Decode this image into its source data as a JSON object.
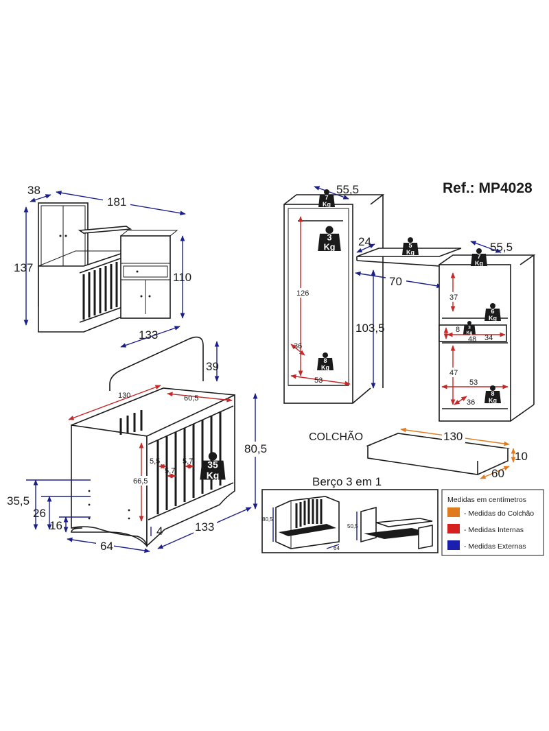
{
  "header": {
    "ref": "Ref.: MP4028"
  },
  "composition": {
    "depth": "38",
    "width": "181",
    "height_left": "137",
    "height_right": "110",
    "length_bottom": "133"
  },
  "wardrobe": {
    "depth": "55,5",
    "height": "103,5",
    "inner_height": "126",
    "inner_bottom": "36",
    "inner_width": "53",
    "weight_top": "7",
    "weight_rail": "3",
    "weight_bottom": "8",
    "unit": "Kg"
  },
  "shelf": {
    "depth": "24",
    "width": "70",
    "weight": "5"
  },
  "side_cabinet": {
    "depth": "55,5",
    "weight_top": "7",
    "inner_top": "37",
    "weight_mid": "6",
    "drawer_h": "8",
    "drawer_w1": "48",
    "drawer_w2": "34",
    "drawer_weight": "3",
    "inner_lower": "47",
    "inner_width": "53",
    "inner_depth": "36",
    "weight_bottom": "8"
  },
  "crib": {
    "top_height": "39",
    "length_int": "130",
    "width_int": "60,5",
    "height_ext": "80,5",
    "height_int": "66,5",
    "slat_gap1": "5,5",
    "slat_gap2": "5,7",
    "slat_gap3": "5,7",
    "weight": "35",
    "leg_35": "35,5",
    "leg_26": "26",
    "leg_16": "16",
    "foot": "4",
    "width_ext": "64",
    "length_ext": "133"
  },
  "mattress": {
    "label": "COLCHÃO",
    "length": "130",
    "height": "10",
    "width": "60"
  },
  "convertible": {
    "title": "Berço 3 em 1",
    "h1": "80,5",
    "h2": "50,5",
    "w": "64"
  },
  "legend": {
    "title": "Medidas em centímetros",
    "items": [
      {
        "label": "- Medidas do Colchão",
        "color": "#e07a1f"
      },
      {
        "label": "- Medidas Internas",
        "color": "#d62020"
      },
      {
        "label": "- Medidas Externas",
        "color": "#1b1fb0"
      }
    ]
  }
}
